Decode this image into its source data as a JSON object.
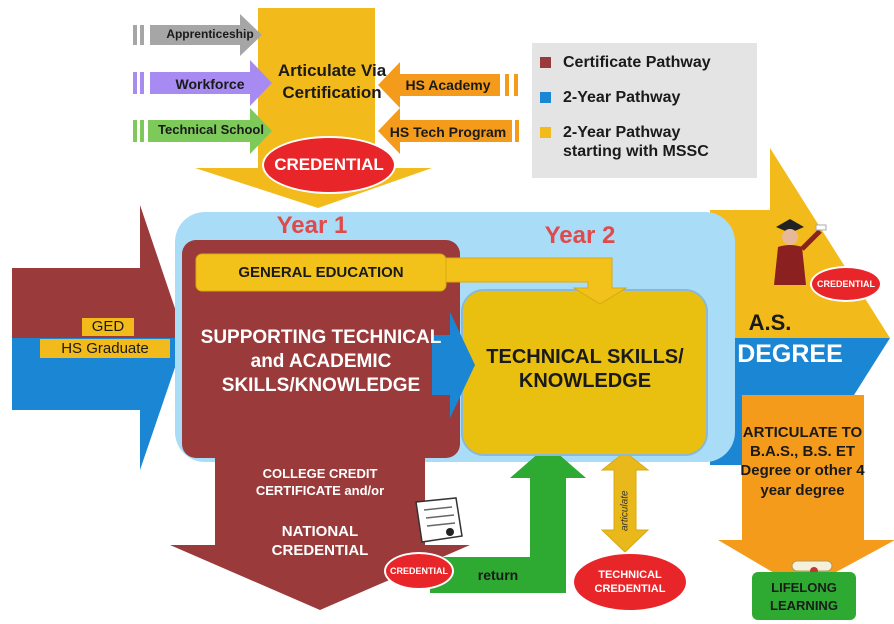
{
  "legend": {
    "items": [
      {
        "label": "Certificate Pathway",
        "color": "#9b3a3a"
      },
      {
        "label": "2-Year Pathway",
        "color": "#1b86d3"
      },
      {
        "label": "2-Year Pathway starting with MSSC",
        "color": "#f2bb1b"
      }
    ]
  },
  "top_inputs": {
    "left": [
      "Apprenticeship",
      "Workforce",
      "Technical School"
    ],
    "right": [
      "HS Academy",
      "HS Tech Program"
    ]
  },
  "articulate_certification": "Articulate Via Certification",
  "credential": "CREDENTIAL",
  "year1": "Year 1",
  "year2": "Year 2",
  "entry": {
    "ged": "GED",
    "hs_graduate": "HS Graduate"
  },
  "general_education": "GENERAL EDUCATION",
  "supporting_skills": "SUPPORTING TECHNICAL and ACADEMIC SKILLS/KNOWLEDGE",
  "technical_skills": "TECHNICAL SKILLS/ KNOWLEDGE",
  "as_degree": {
    "as": "A.S.",
    "degree": "DEGREE"
  },
  "degree_credential": "CREDENTIAL",
  "articulate_bas": "ARTICULATE TO B.A.S., B.S. ET Degree or other 4 year degree",
  "lifelong_learning": "LIFELONG LEARNING",
  "college_credit": "COLLEGE CREDIT CERTIFICATE and/or",
  "national_credential": "NATIONAL CREDENTIAL",
  "certificate_credential": "CREDENTIAL",
  "return_label": "return",
  "articulate_small": "articulate",
  "technical_credential": "TECHNICAL CREDENTIAL"
}
